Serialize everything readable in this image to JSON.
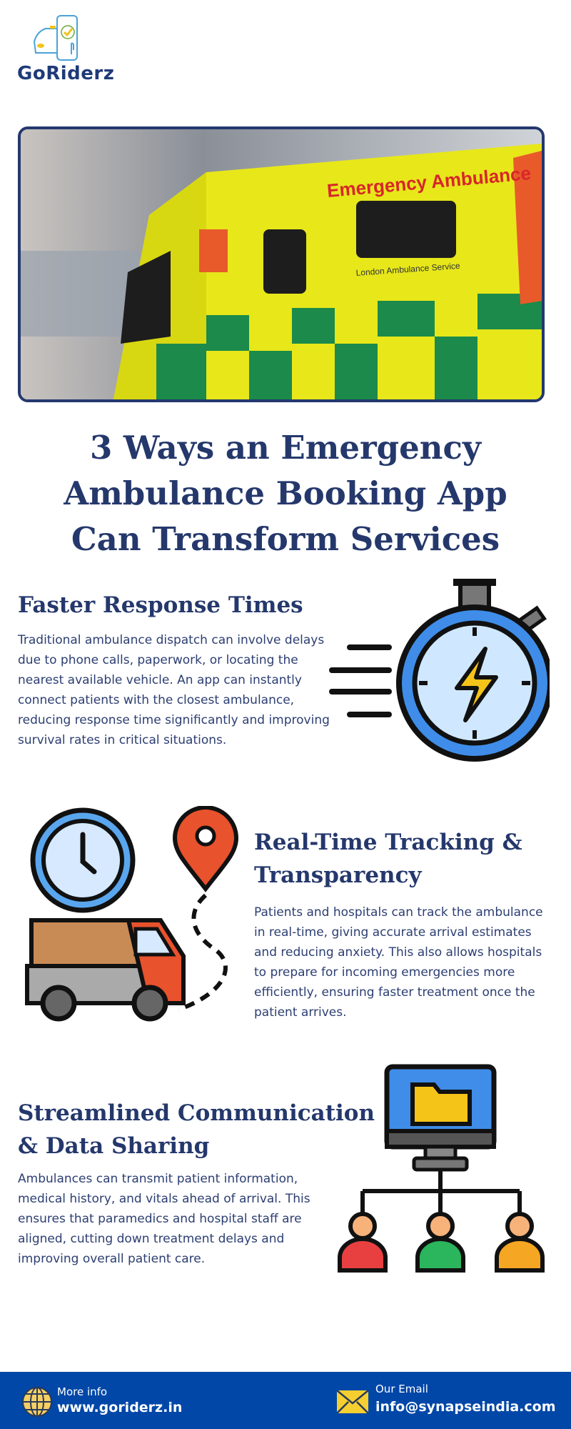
{
  "brand": {
    "name": "GoRiderz"
  },
  "hero": {
    "vehicle_text": "Emergency Ambulance",
    "vehicle_subtext": "London Ambulance Service"
  },
  "title": "3 Ways an Emergency Ambulance Booking App Can Transform Services",
  "sections": [
    {
      "heading": "Faster Response Times",
      "body": "Traditional ambulance dispatch can involve delays due to phone calls, paperwork, or locating the nearest available vehicle. An app can instantly connect patients with the closest ambulance, reducing response time significantly and improving survival rates in critical situations."
    },
    {
      "heading": "Real-Time Tracking & Transparency",
      "body": "Patients and hospitals can track the ambulance in real-time, giving accurate arrival estimates and reducing anxiety. This also allows hospitals to prepare for incoming emergencies more efficiently, ensuring faster treatment once the patient arrives."
    },
    {
      "heading": "Streamlined Communication & Data Sharing",
      "body": "Ambulances can transmit patient information, medical history, and vitals ahead of arrival. This ensures that paramedics and hospital staff are aligned, cutting down treatment delays and improving overall patient care."
    }
  ],
  "footer": {
    "website_label": "More info",
    "website": "www.goriderz.in",
    "email_label": "Our Email",
    "email": "info@synapseindia.com"
  },
  "colors": {
    "primary": "#25386c",
    "footer": "#0047a8",
    "accent": "#f2c94c"
  }
}
